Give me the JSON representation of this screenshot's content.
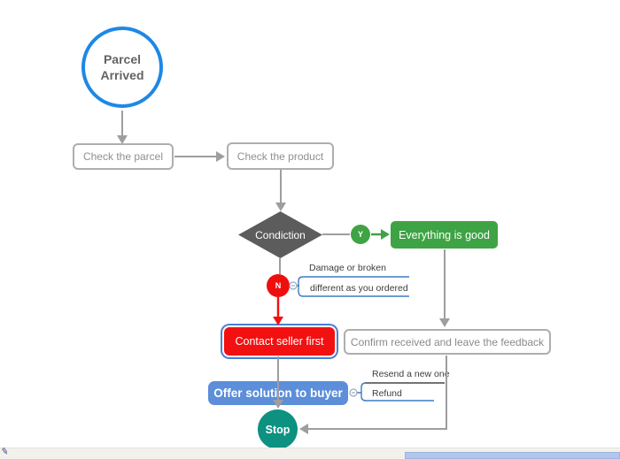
{
  "flow": {
    "start": {
      "label": "Parcel Arrived"
    },
    "check_parcel": {
      "label": "Check the parcel"
    },
    "check_product": {
      "label": "Check the product"
    },
    "decision": {
      "label": "Condiction"
    },
    "branch_yes": {
      "label": "Y"
    },
    "branch_no": {
      "label": "N"
    },
    "everything_good": {
      "label": "Everything is good"
    },
    "confirm_received": {
      "label": "Confirm received and leave the feedback"
    },
    "contact_seller": {
      "label": "Contact seller first"
    },
    "offer_solution": {
      "label": "Offer solution to buyer"
    },
    "stop": {
      "label": "Stop"
    },
    "no_reasons": [
      {
        "label": "Damage or broken"
      },
      {
        "label": "different as you ordered"
      }
    ],
    "solutions": [
      {
        "label": "Resend a new one"
      },
      {
        "label": "Refund"
      }
    ]
  },
  "colors": {
    "start_border_blue": "#1e88e5",
    "connector_gray": "#9e9e9e",
    "decision_gray": "#5c5c5c",
    "yes_green": "#3ea345",
    "no_red": "#ef0e0e",
    "contact_red": "#f31010",
    "selection_blue": "#4a7fd4",
    "offer_blue": "#5c8ed9",
    "stop_teal": "#0d9181",
    "child_line_blue": "#3e7cc0",
    "child_line_dark": "#474747",
    "scrollbar_thumb": "#b3c7ec"
  }
}
